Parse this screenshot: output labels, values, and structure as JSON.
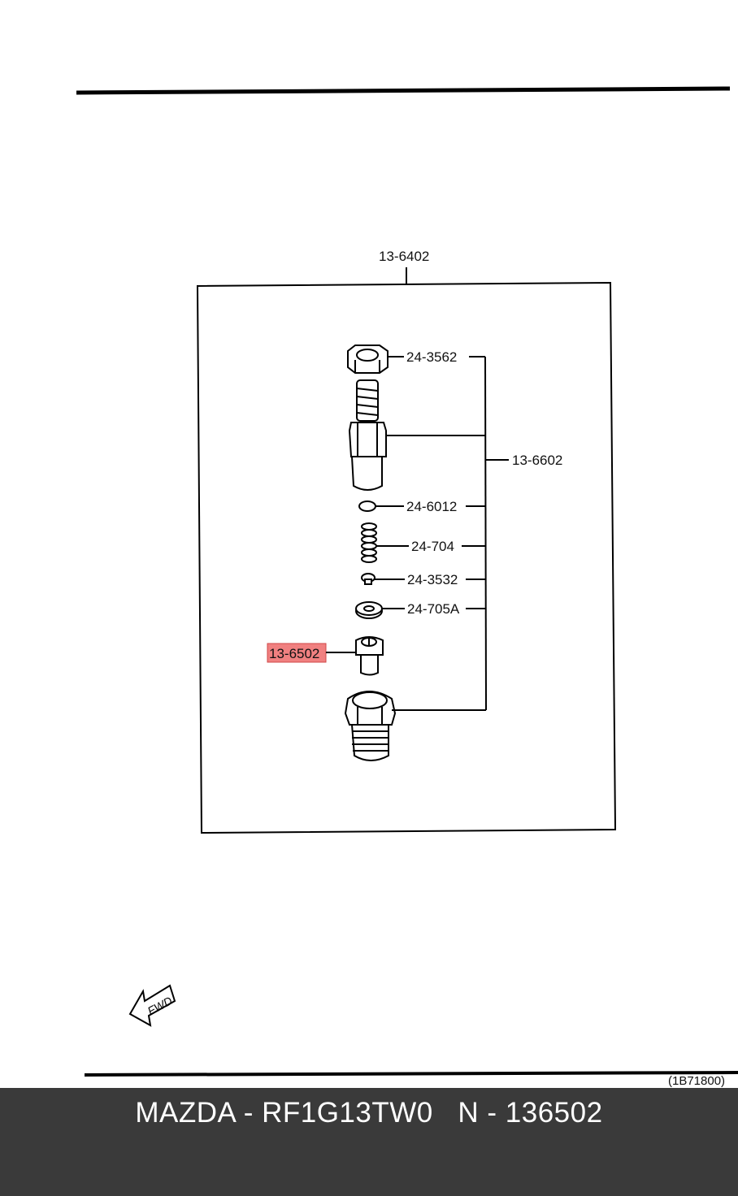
{
  "diagram": {
    "assembly_label": "13-6402",
    "sub_assembly_label": "13-6602",
    "parts": [
      {
        "name": "nut",
        "label": "24-3562"
      },
      {
        "name": "body",
        "label": ""
      },
      {
        "name": "shim",
        "label": "24-6012"
      },
      {
        "name": "spring",
        "label": "24-704"
      },
      {
        "name": "pin",
        "label": "24-3532"
      },
      {
        "name": "spacer",
        "label": "24-705A"
      },
      {
        "name": "nozzle",
        "label": "13-6502"
      },
      {
        "name": "retaining-nut",
        "label": ""
      }
    ],
    "highlight_color": "#f08080",
    "forward_label": "FWD",
    "reference_code": "(1B71800)"
  },
  "footer": {
    "text": "MAZDA - RF1G13TW0   N - 136502"
  }
}
